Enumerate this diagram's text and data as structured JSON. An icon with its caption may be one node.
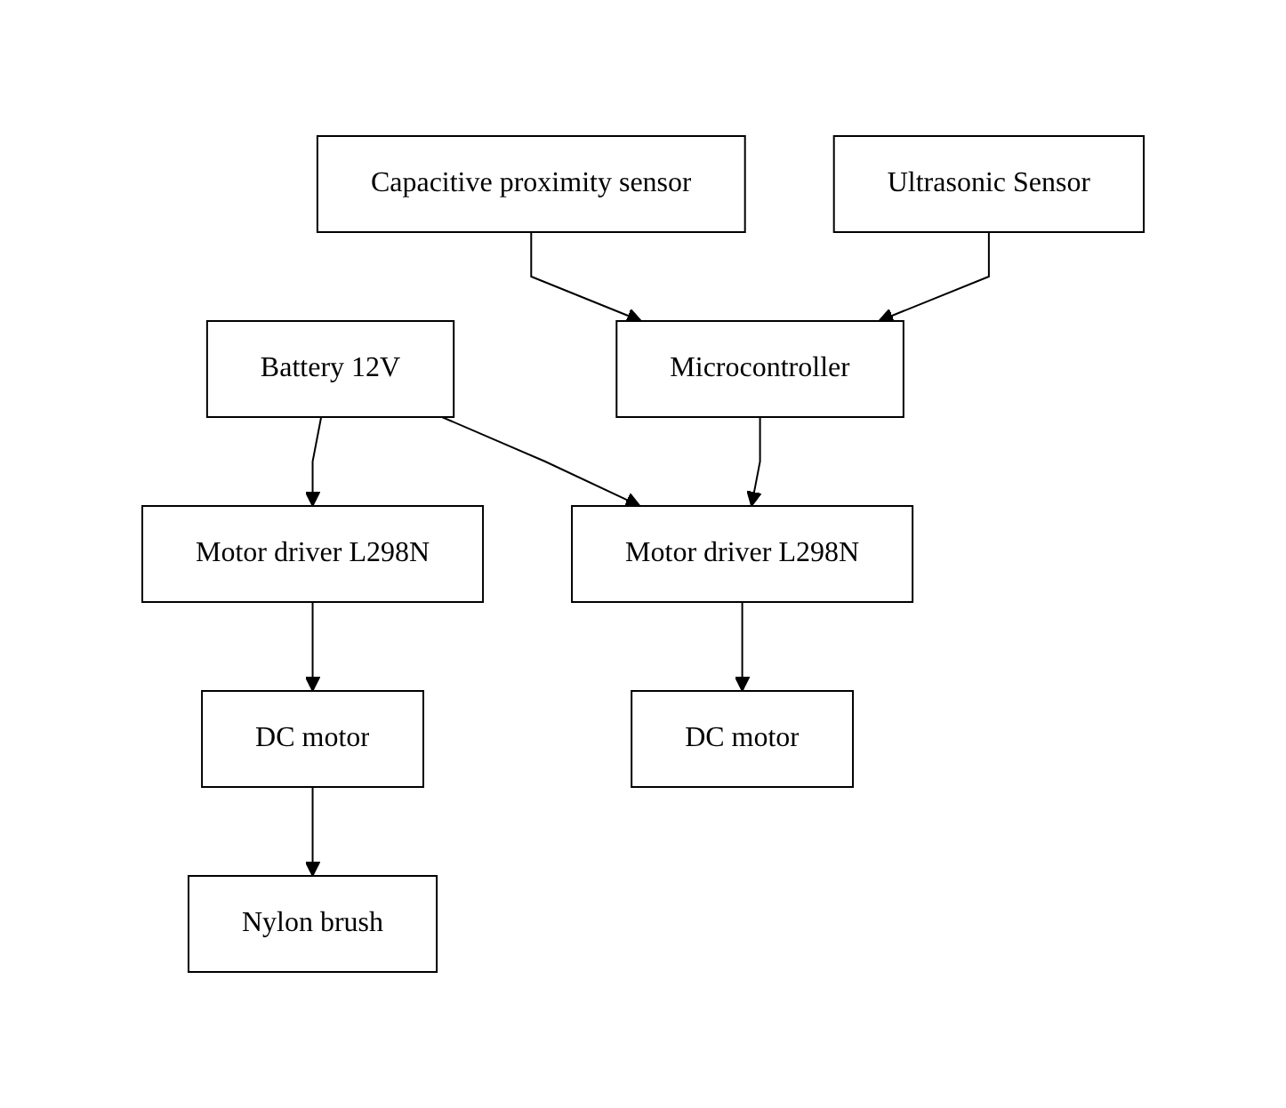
{
  "diagram": {
    "nodes": [
      {
        "text": [
          "Nylon brush"
        ]
      },
      {
        "text": [
          "Ultrasonic Sensor"
        ]
      },
      {
        "text": [
          "DC motor"
        ]
      },
      {
        "text": [
          "Microcontroller"
        ]
      },
      {
        "text": [
          "Capacitive proximity sensor"
        ]
      },
      {
        "text": [
          "Motor driver L298N"
        ]
      },
      {
        "text": [
          "Motor driver L298N"
        ]
      },
      {
        "text": [
          "Battery 12V"
        ]
      },
      {
        "text": [
          "DC motor"
        ]
      }
    ],
    "edges": [
      {
        "from": 1,
        "to": 3,
        "arrow": "to"
      },
      {
        "from": 4,
        "to": 3,
        "arrow": "to"
      },
      {
        "from": 2,
        "to": 0,
        "arrow": "to"
      },
      {
        "from": 5,
        "to": 2,
        "arrow": "to"
      },
      {
        "from": 7,
        "to": 5,
        "arrow": "to"
      },
      {
        "from": 3,
        "to": 6,
        "arrow": "to"
      },
      {
        "from": 7,
        "to": 6,
        "arrow": "to"
      },
      {
        "from": 6,
        "to": 8,
        "arrow": "to"
      }
    ]
  }
}
